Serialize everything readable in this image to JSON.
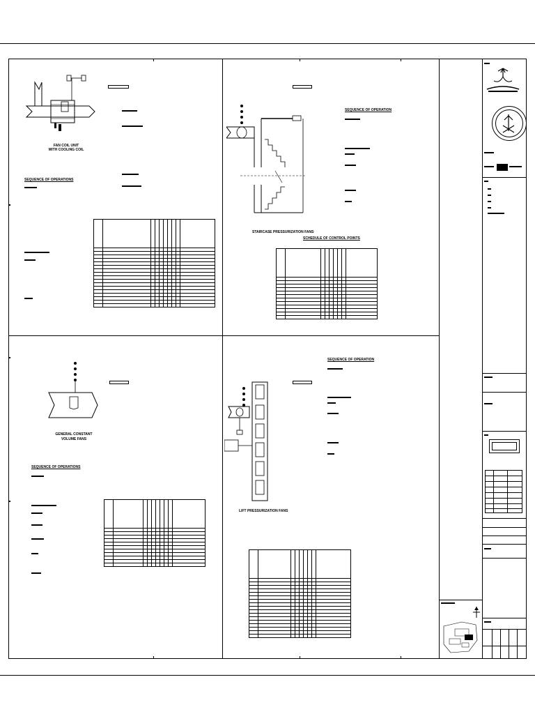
{
  "panels": {
    "fcu": {
      "caption_1": "FAN COIL UNIT",
      "caption_2": "WITH COOLING COIL",
      "heading": "SEQUENCE OF OPERATIONS"
    },
    "stair": {
      "heading": "SEQUENCE OF OPERATION",
      "caption": "STAIRCASE PRESSURIZATION FANS",
      "schedule_title": "SCHEDULE OF CONTROL POINTS"
    },
    "cav": {
      "caption_1": "GENERAL CONSTANT",
      "caption_2": "VOLUME FANS",
      "heading": "SEQUENCE OF OPERATIONS"
    },
    "lift": {
      "heading": "SEQUENCE OF OPERATION",
      "caption": "LIFT PRESSURIZATION FANS"
    }
  },
  "colors": {
    "line": "#000000",
    "background": "#ffffff",
    "title_block_fill": "#000000"
  },
  "icons": {
    "seal": "emblem-seal-icon",
    "palm": "palm-swords-logo-icon",
    "north": "north-arrow-icon"
  }
}
